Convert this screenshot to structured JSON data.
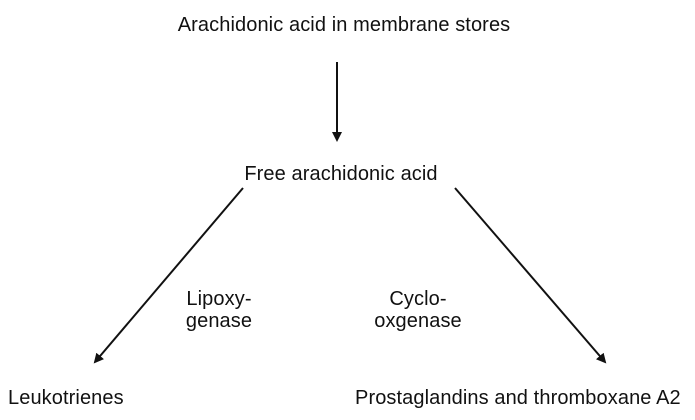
{
  "nodes": {
    "source": "Arachidonic acid in membrane stores",
    "free": "Free arachidonic acid",
    "left_product": "Leukotrienes",
    "right_product": "Prostaglandins and thromboxane A2"
  },
  "edges": {
    "left_enzyme": [
      "Lipoxy-",
      "genase"
    ],
    "right_enzyme": [
      "Cyclo-",
      "oxgenase"
    ]
  },
  "colors": {
    "ink": "#111111",
    "background": "#ffffff"
  }
}
